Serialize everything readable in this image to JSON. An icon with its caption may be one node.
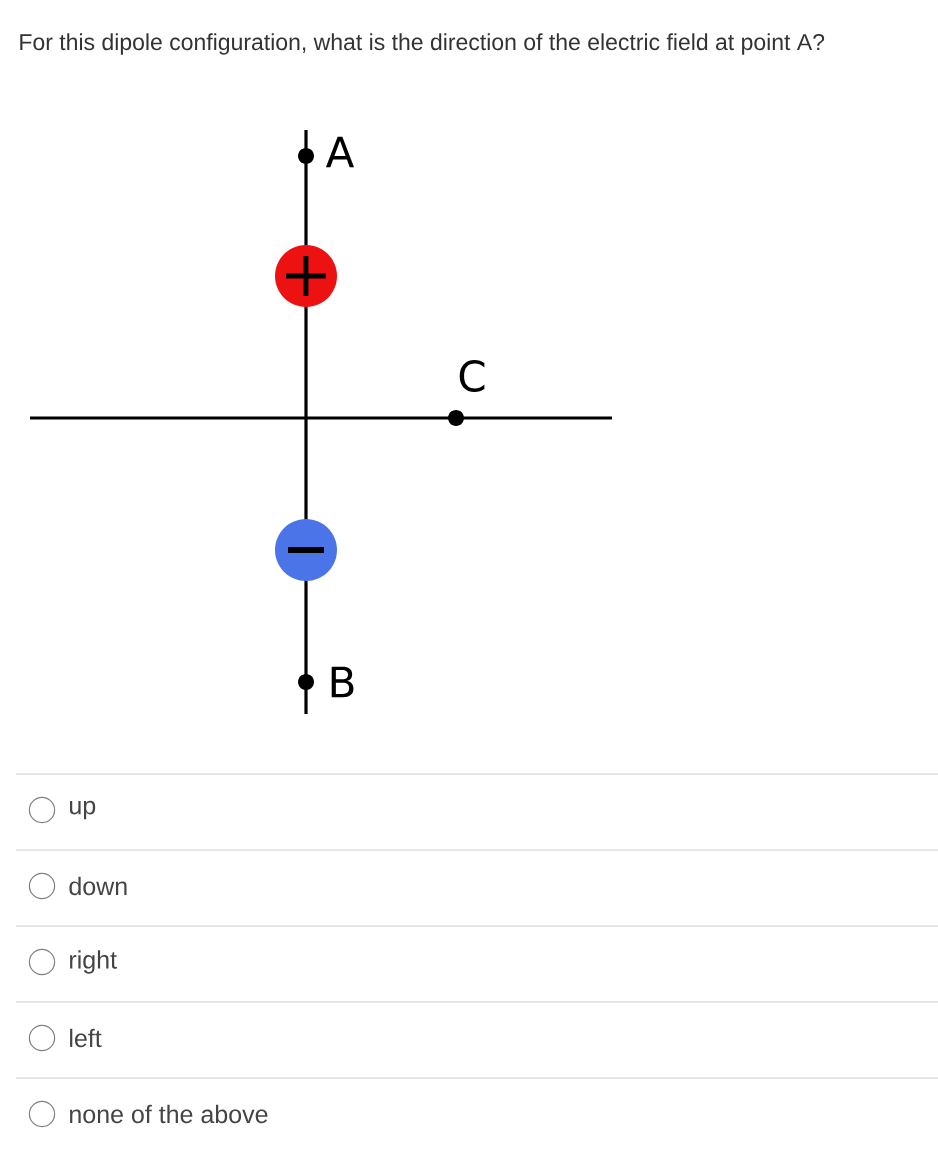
{
  "diagram": {
    "title": "For this dipole configuration, what is the direction of the electric field at point A?",
    "nodes": [
      {
        "text": [],
        "shape": "circle"
      },
      {
        "text": [],
        "shape": "circle"
      }
    ],
    "labels": [
      "A",
      "C",
      "B",
      "up",
      "down",
      "right",
      "left",
      "none of the above"
    ]
  }
}
